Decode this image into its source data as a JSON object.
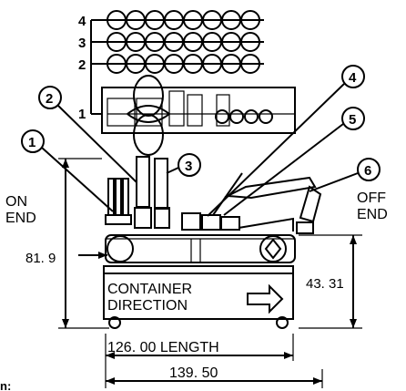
{
  "diagram": {
    "row_labels": [
      "4",
      "3",
      "2",
      "1"
    ],
    "callouts": [
      "1",
      "2",
      "3",
      "4",
      "5",
      "6"
    ],
    "on_end": [
      "ON",
      "END"
    ],
    "off_end": [
      "OFF",
      "END"
    ],
    "height_left": "81. 9",
    "height_right": "43. 31",
    "container_direction": [
      "CONTAINER",
      "DIRECTION"
    ],
    "length_label": "126. 00 LENGTH",
    "overall_length": "139. 50",
    "corner_mark": "n:"
  }
}
